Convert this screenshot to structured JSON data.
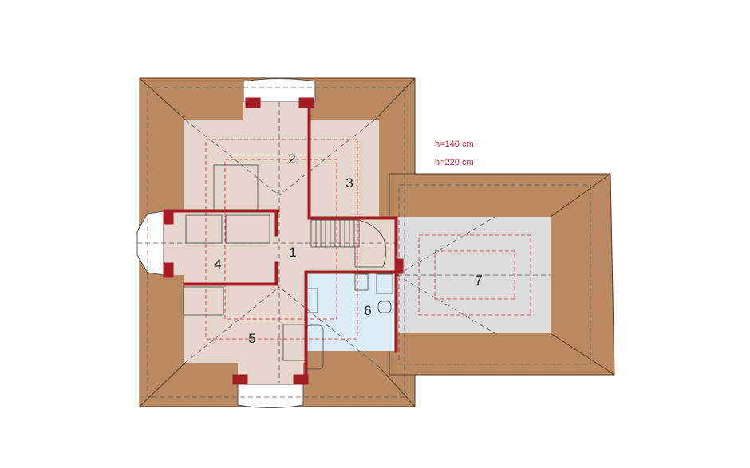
{
  "plan": {
    "rooms": [
      {
        "number": "1"
      },
      {
        "number": "2"
      },
      {
        "number": "3"
      },
      {
        "number": "4"
      },
      {
        "number": "5"
      },
      {
        "number": "6"
      },
      {
        "number": "7"
      }
    ]
  },
  "legend": {
    "items": [
      {
        "text": "h=140 cm"
      },
      {
        "text": "h=220 cm"
      }
    ]
  },
  "colors": {
    "roof": "#b98a62",
    "floor": "#e6d6cc",
    "bathroom": "#dcecf6",
    "attic": "#dcdcdc",
    "wall": "#a51c22",
    "height_line": "#d0263a"
  }
}
